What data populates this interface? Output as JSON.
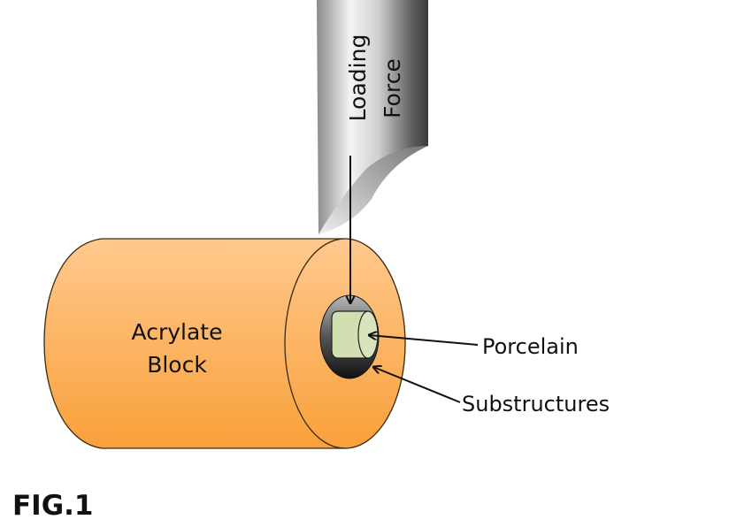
{
  "figure": {
    "caption": "FIG.1",
    "labels": {
      "loading": "Loading",
      "force": "Force",
      "acrylate": "Acrylate",
      "block": "Block",
      "porcelain": "Porcelain",
      "substructures": "Substructures"
    },
    "colors": {
      "block_light": "#ffc98e",
      "block_dark": "#f9a03a",
      "porcelain": "#d2dfb0",
      "substructure": "#2a2a2a",
      "outline": "#3a2a10"
    }
  }
}
